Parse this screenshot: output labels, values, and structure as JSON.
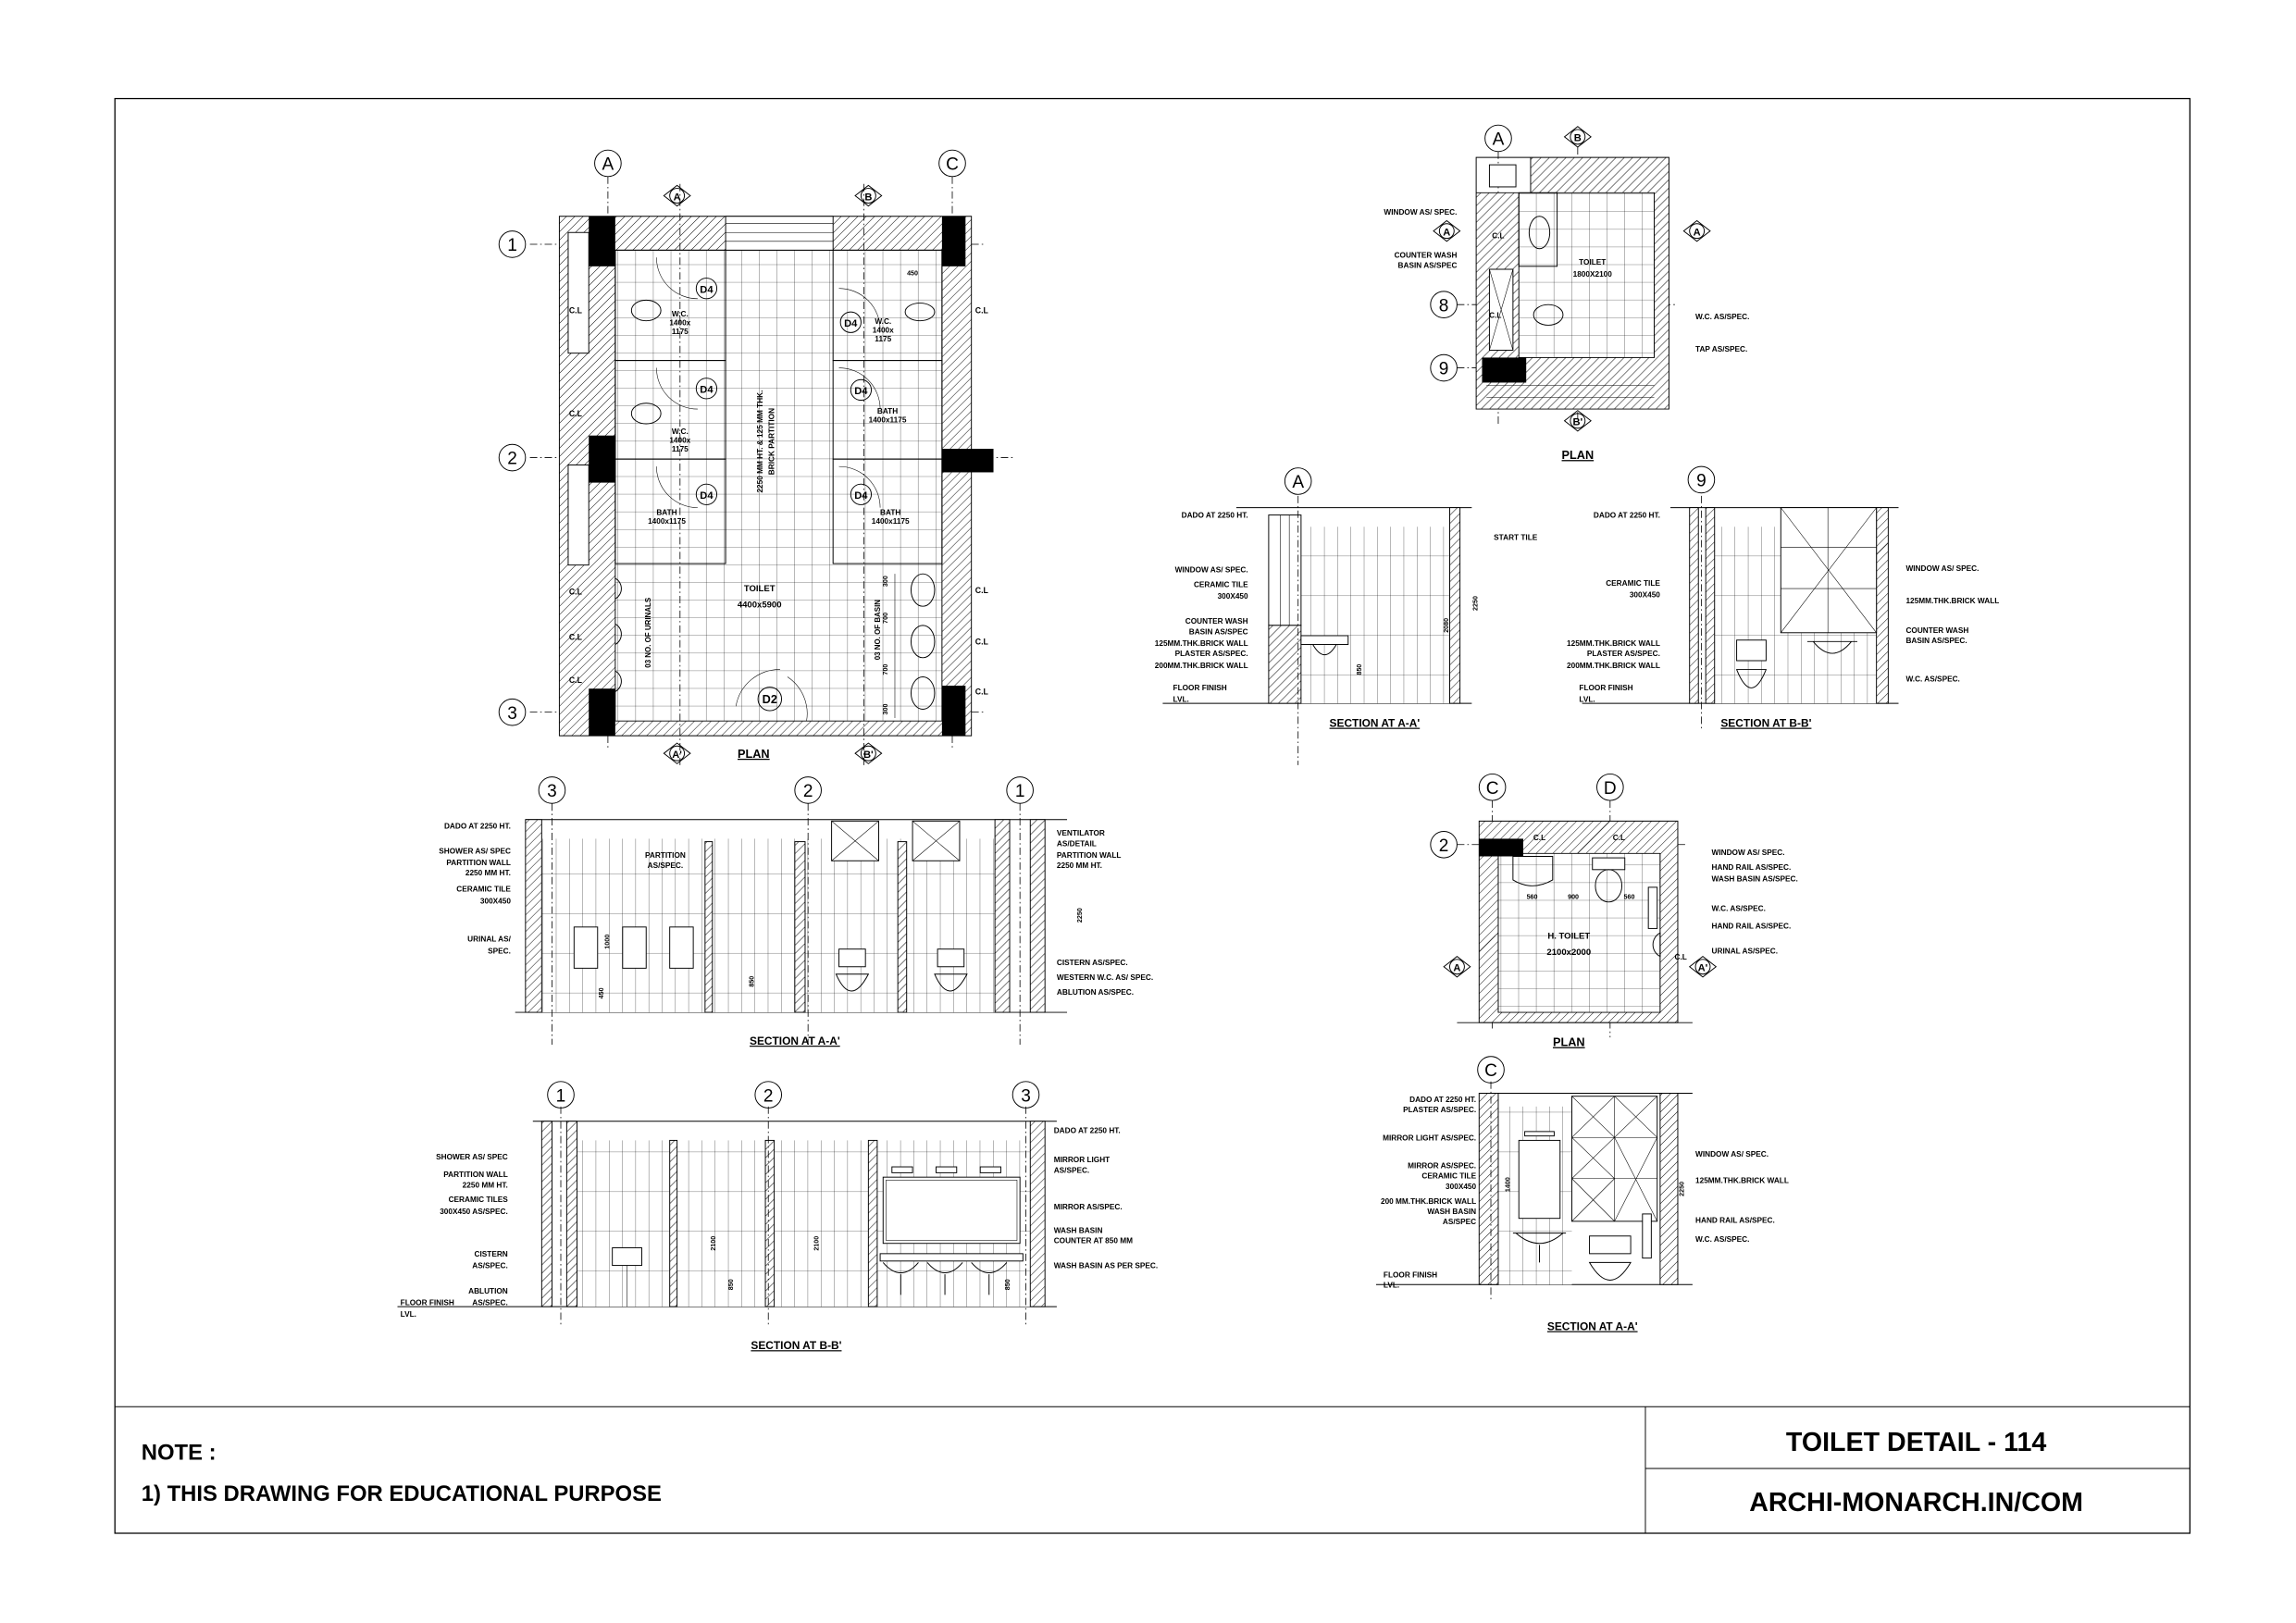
{
  "sheet": {
    "note_heading": "NOTE :",
    "note_1": "1) THIS DRAWING FOR EDUCATIONAL PURPOSE",
    "title": "TOILET DETAIL - 114",
    "website": "ARCHI-MONARCH.IN/COM"
  },
  "main_plan": {
    "title": "PLAN",
    "grid_a": "A",
    "grid_c": "C",
    "grid_1": "1",
    "grid_2": "2",
    "grid_3": "3",
    "sec_a": "A",
    "sec_b": "B",
    "sec_a2": "A'",
    "sec_b2": "B'",
    "toilet_name": "TOILET",
    "toilet_size": "4400x5900",
    "partition_1": "2250 MM HT. & 125 MM THK.",
    "partition_2": "BRICK PARTITION",
    "wc": "W.C.",
    "wc_size_1": "1400x",
    "wc_size_2": "1175",
    "bath": "BATH",
    "bath_size": "1400x1175",
    "door_d4": "D4",
    "door_d2": "D2",
    "cl": "C.L",
    "urinals_note": "03 NO. OF URINALS",
    "basin_note": "03 NO. OF BASIN",
    "dim_300": "300",
    "dim_700": "700",
    "dim_450": "450"
  },
  "small_plan": {
    "title": "PLAN",
    "grid_a": "A",
    "grid_8": "8",
    "grid_9": "9",
    "sec_a": "A",
    "sec_b": "B",
    "sec_b2": "B'",
    "window": "WINDOW AS/ SPEC.",
    "counter_1": "COUNTER WASH",
    "counter_2": "BASIN AS/SPEC",
    "cl": "C.L",
    "toilet_name": "TOILET",
    "toilet_size": "1800X2100",
    "wc": "W.C. AS/SPEC.",
    "tap": "TAP AS/SPEC."
  },
  "small_section_a": {
    "title": "SECTION AT A-A'",
    "grid": "A",
    "dado": "DADO AT 2250 HT.",
    "window": "WINDOW AS/ SPEC.",
    "tile_1": "CERAMIC TILE",
    "tile_2": "300X450",
    "counter_1": "COUNTER WASH",
    "counter_2": "BASIN AS/SPEC",
    "wall_125": "125MM.THK.BRICK WALL",
    "plaster": "PLASTER AS/SPEC.",
    "wall_200": "200MM.THK.BRICK WALL",
    "floor": "FLOOR FINISH",
    "lvl": "LVL.",
    "start_tile": "START TILE",
    "dim_2250": "2250",
    "dim_2080": "2080",
    "dim_850": "850"
  },
  "small_section_b": {
    "title": "SECTION AT B-B'",
    "grid": "9",
    "dado": "DADO AT 2250 HT.",
    "tile_1": "CERAMIC TILE",
    "tile_2": "300X450",
    "wall_125": "125MM.THK.BRICK WALL",
    "plaster": "PLASTER AS/SPEC.",
    "wall_200": "200MM.THK.BRICK WALL",
    "floor": "FLOOR FINISH",
    "lvl": "LVL.",
    "window": "WINDOW AS/ SPEC.",
    "wall_125_r": "125MM.THK.BRICK WALL",
    "counter_1": "COUNTER WASH",
    "counter_2": "BASIN AS/SPEC.",
    "wc": "W.C. AS/SPEC."
  },
  "section_a": {
    "title": "SECTION AT A-A'",
    "grid_3": "3",
    "grid_2": "2",
    "grid_1": "1",
    "dado": "DADO AT 2250 HT.",
    "shower": "SHOWER AS/ SPEC",
    "partition_1": "PARTITION WALL",
    "partition_2": "2250 MM HT.",
    "tile_1": "CERAMIC TILE",
    "tile_2": "300X450",
    "urinal_1": "URINAL AS/",
    "urinal_2": "SPEC.",
    "partition_as_1": "PARTITION",
    "partition_as_2": "AS/SPEC.",
    "vent_1": "VENTILATOR",
    "vent_2": "AS/DETAIL",
    "partition_r_1": "PARTITION WALL",
    "partition_r_2": "2250 MM HT.",
    "cistern": "CISTERN AS/SPEC.",
    "western_wc": "WESTERN W.C. AS/ SPEC.",
    "ablution": "ABLUTION AS/SPEC.",
    "dim_2250": "2250",
    "dim_1000": "1000",
    "dim_450": "450",
    "dim_850": "850"
  },
  "section_b": {
    "title": "SECTION AT B-B'",
    "grid_1": "1",
    "grid_2": "2",
    "grid_3": "3",
    "shower": "SHOWER AS/ SPEC",
    "partition_1": "PARTITION WALL",
    "partition_2": "2250 MM HT.",
    "tile_1": "CERAMIC TILES",
    "tile_2": "300X450 AS/SPEC.",
    "cistern_1": "CISTERN",
    "cistern_2": "AS/SPEC.",
    "ablution_1": "ABLUTION",
    "ablution_2": "AS/SPEC.",
    "floor": "FLOOR FINISH",
    "lvl": "LVL.",
    "dado": "DADO AT 2250 HT.",
    "mirror_light_1": "MIRROR LIGHT",
    "mirror_light_2": "AS/SPEC.",
    "mirror": "MIRROR AS/SPEC.",
    "basin_counter_1": "WASH BASIN",
    "basin_counter_2": "COUNTER AT 850 MM",
    "basin": "WASH BASIN AS PER SPEC.",
    "dim_2100": "2100",
    "dim_850": "850"
  },
  "h_plan": {
    "title": "PLAN",
    "grid_c": "C",
    "grid_d": "D",
    "grid_2": "2",
    "sec_a": "A",
    "sec_a2": "A'",
    "cl": "C.L",
    "name": "H. TOILET",
    "size": "2100x2000",
    "window": "WINDOW AS/ SPEC.",
    "rail_1": "HAND RAIL AS/SPEC.",
    "basin": "WASH BASIN AS/SPEC.",
    "wc": "W.C. AS/SPEC.",
    "rail_2": "HAND RAIL AS/SPEC.",
    "urinal": "URINAL AS/SPEC.",
    "dim_900": "900",
    "dim_560": "560"
  },
  "h_section": {
    "title": "SECTION AT A-A'",
    "grid_c": "C",
    "dado": "DADO AT 2250 HT.",
    "plaster": "PLASTER AS/SPEC.",
    "mirror_light": "MIRROR LIGHT AS/SPEC.",
    "mirror": "MIRROR AS/SPEC.",
    "tile_1": "CERAMIC TILE",
    "tile_2": "300X450",
    "wall_200": "200 MM.THK.BRICK WALL",
    "basin_1": "WASH BASIN",
    "basin_2": "AS/SPEC",
    "floor": "FLOOR FINISH",
    "lvl": "LVL.",
    "window": "WINDOW AS/ SPEC.",
    "wall_125": "125MM.THK.BRICK WALL",
    "rail": "HAND RAIL AS/SPEC.",
    "wc": "W.C. AS/SPEC.",
    "dim_2250": "2250",
    "dim_1400": "1400"
  }
}
